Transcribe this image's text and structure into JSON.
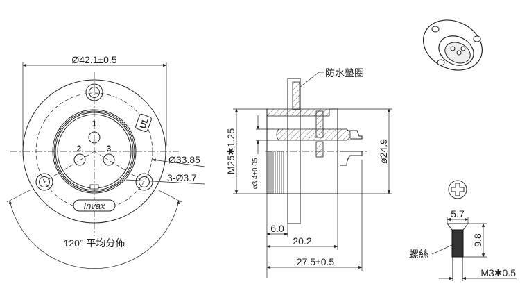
{
  "front_view": {
    "dim_outer": "Ø42.1±0.5",
    "dim_bolt_circle": "Ø33.85",
    "dim_holes": "3-Ø3.7",
    "pin_labels": [
      "1",
      "2",
      "3"
    ],
    "brand": "Invax",
    "cert_mark": "UL",
    "angle_note": "120° 平均分佈"
  },
  "side_view": {
    "gasket_label": "防水墊圈",
    "dim_thread": "M25✱1.25",
    "dim_pin": "ø3.4±0.05",
    "dim_diameter": "ø24.9",
    "dim_flange": "6.0",
    "dim_body": "20.2",
    "dim_total": "27.5±0.5"
  },
  "screw": {
    "label": "螺絲",
    "dim_head": "5.7",
    "dim_length": "9.8",
    "dim_thread": "M3✱0.5"
  }
}
